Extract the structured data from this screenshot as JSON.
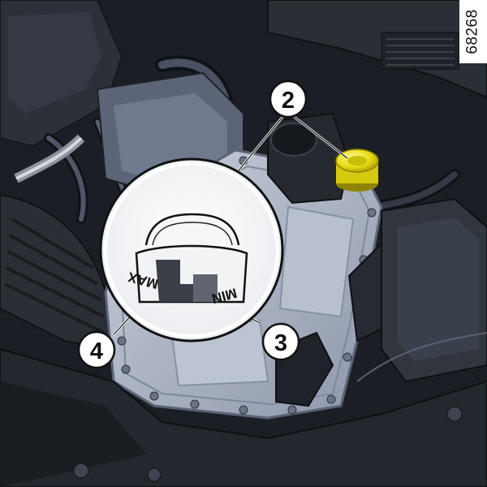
{
  "figure": {
    "reference_id": "68268",
    "callouts": [
      {
        "number": "2",
        "target": "coolant-reservoir-cap"
      },
      {
        "number": "3",
        "target": "min-mark"
      },
      {
        "number": "4",
        "target": "max-mark"
      }
    ],
    "inset": {
      "max_label": "MAX",
      "min_label": "MIN"
    },
    "colors": {
      "cap_yellow": "#e8dc14",
      "plate_blue": "#aeb6c8",
      "engine_dark": "#23272e",
      "callout_bg": "#ffffff"
    }
  }
}
